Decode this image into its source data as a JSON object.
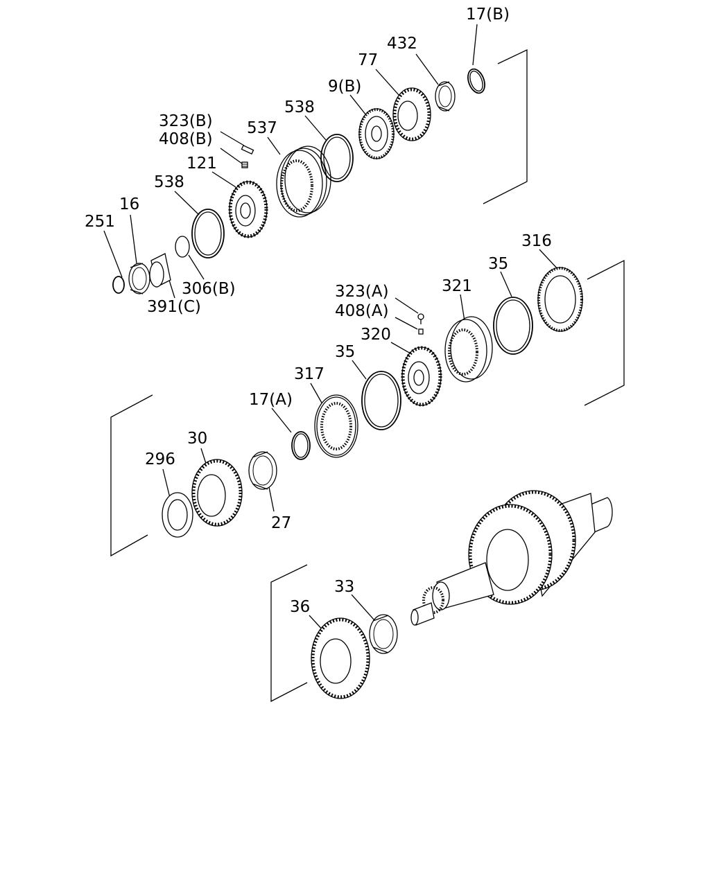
{
  "diagram": {
    "labels": [
      {
        "id": "lbl-17b",
        "text": "17(B)"
      },
      {
        "id": "lbl-432",
        "text": "432"
      },
      {
        "id": "lbl-77",
        "text": "77"
      },
      {
        "id": "lbl-9b",
        "text": "9(B)"
      },
      {
        "id": "lbl-538a",
        "text": "538"
      },
      {
        "id": "lbl-537",
        "text": "537"
      },
      {
        "id": "lbl-323b",
        "text": "323(B)"
      },
      {
        "id": "lbl-408b",
        "text": "408(B)"
      },
      {
        "id": "lbl-121",
        "text": "121"
      },
      {
        "id": "lbl-538b",
        "text": "538"
      },
      {
        "id": "lbl-16",
        "text": "16"
      },
      {
        "id": "lbl-251",
        "text": "251"
      },
      {
        "id": "lbl-306b",
        "text": "306(B)"
      },
      {
        "id": "lbl-391c",
        "text": "391(C)"
      },
      {
        "id": "lbl-316",
        "text": "316"
      },
      {
        "id": "lbl-35a",
        "text": "35"
      },
      {
        "id": "lbl-321",
        "text": "321"
      },
      {
        "id": "lbl-323a",
        "text": "323(A)"
      },
      {
        "id": "lbl-408a",
        "text": "408(A)"
      },
      {
        "id": "lbl-320",
        "text": "320"
      },
      {
        "id": "lbl-35b",
        "text": "35"
      },
      {
        "id": "lbl-317",
        "text": "317"
      },
      {
        "id": "lbl-17a",
        "text": "17(A)"
      },
      {
        "id": "lbl-30",
        "text": "30"
      },
      {
        "id": "lbl-296",
        "text": "296"
      },
      {
        "id": "lbl-27",
        "text": "27"
      },
      {
        "id": "lbl-33",
        "text": "33"
      },
      {
        "id": "lbl-36",
        "text": "36"
      }
    ]
  }
}
